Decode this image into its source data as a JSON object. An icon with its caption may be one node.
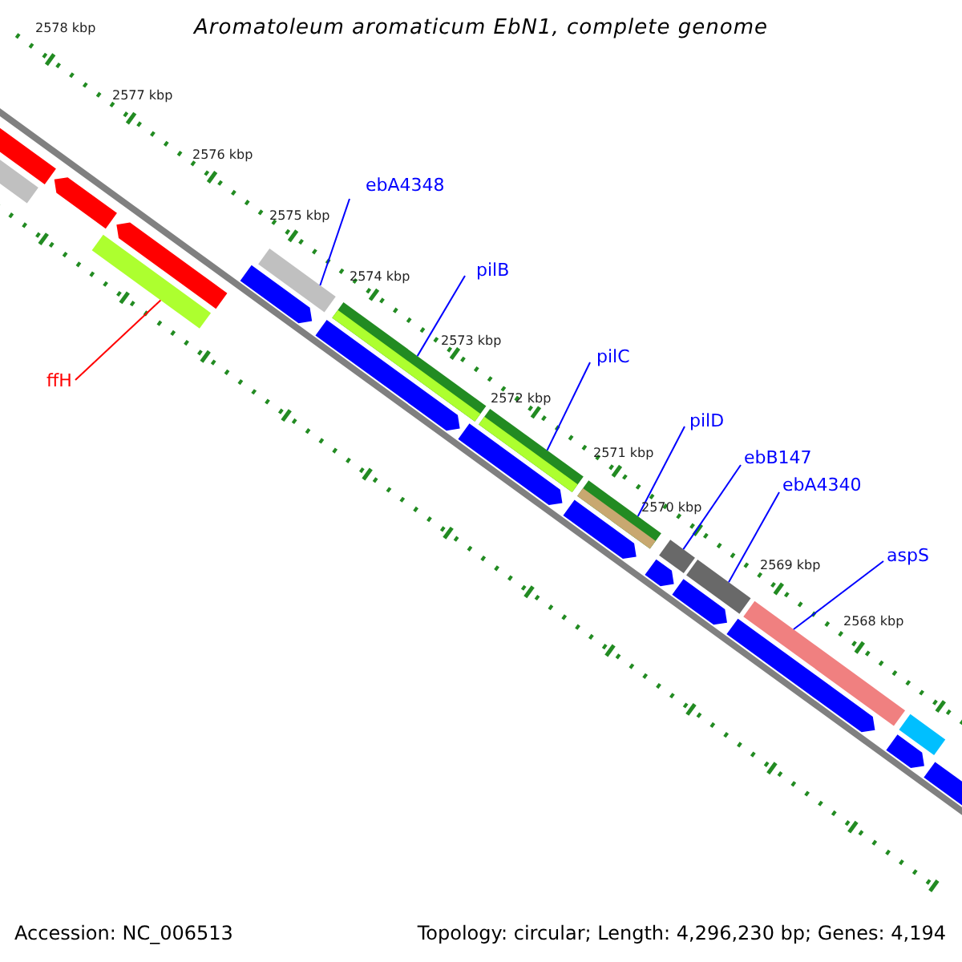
{
  "diagram": {
    "title": "Aromatoleum aromaticum EbN1, complete genome",
    "nodes": [
      {
        "text": [
          "ebA4348"
        ]
      },
      {
        "text": [
          "pilB"
        ]
      },
      {
        "text": [
          "pilC"
        ]
      },
      {
        "text": [
          "pilD"
        ]
      },
      {
        "text": [
          "ebB147"
        ]
      },
      {
        "text": [
          "ebA4340"
        ]
      },
      {
        "text": [
          "aspS"
        ]
      },
      {
        "text": [
          "ffH"
        ]
      },
      {
        "text": [],
        "shape": "bar"
      },
      {
        "text": [],
        "shape": "bar"
      },
      {
        "text": [],
        "shape": "bar"
      },
      {
        "text": [],
        "shape": "bar"
      },
      {
        "text": [],
        "shape": "bar"
      },
      {
        "text": [],
        "shape": "bar"
      },
      {
        "text": [],
        "shape": "bar"
      },
      {
        "text": [],
        "shape": "bar"
      }
    ],
    "edges": [
      {
        "from": 0,
        "to": 8,
        "arrow": "none"
      },
      {
        "from": 1,
        "to": 9,
        "arrow": "none"
      },
      {
        "from": 2,
        "to": 10,
        "arrow": "none"
      },
      {
        "from": 3,
        "to": 11,
        "arrow": "none"
      },
      {
        "from": 4,
        "to": 12,
        "arrow": "none"
      },
      {
        "from": 5,
        "to": 13,
        "arrow": "none"
      },
      {
        "from": 6,
        "to": 14,
        "arrow": "none"
      },
      {
        "from": 7,
        "to": 15,
        "arrow": "none",
        "color": "#ff0000"
      }
    ],
    "labels": [
      "2578 kbp",
      "2577 kbp",
      "2576 kbp",
      "2575 kbp",
      "2574 kbp",
      "2573 kbp",
      "2572 kbp",
      "2571 kbp",
      "2570 kbp",
      "2569 kbp",
      "2568 kbp",
      "Accession: NC_006513",
      "Topology: circular; Length: 4,296,230 bp; Genes: 4,194"
    ]
  }
}
